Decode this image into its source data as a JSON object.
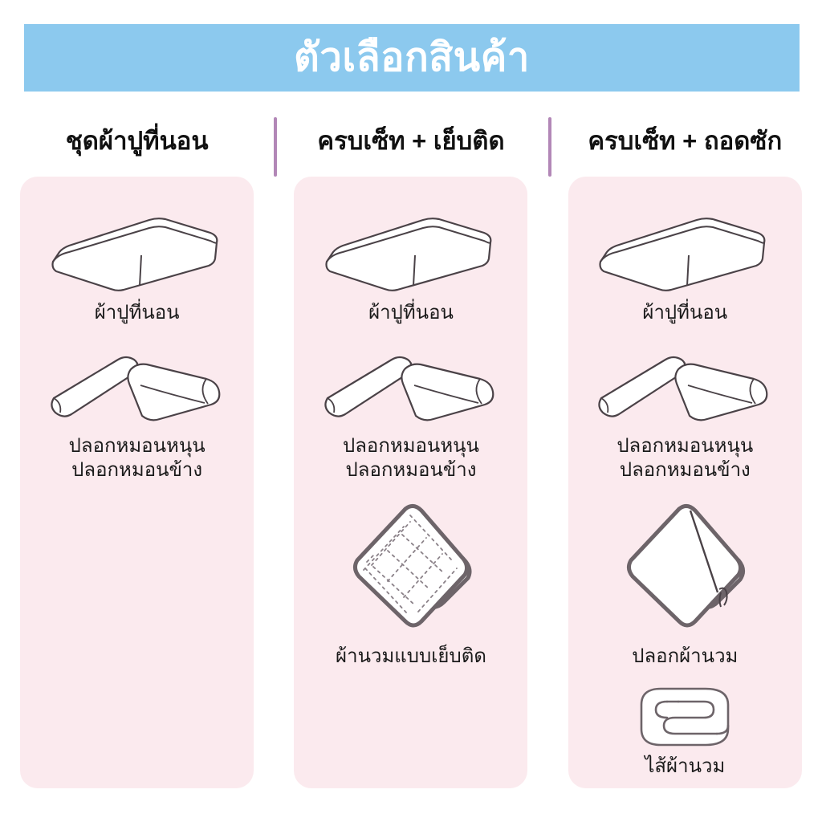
{
  "header": {
    "title": "ตัวเลือกสินค้า",
    "bg_color": "#8cc9ee",
    "text_color": "#ffffff"
  },
  "theme": {
    "card_bg": "#fbeaee",
    "divider_color": "#b287b7",
    "page_bg": "#ffffff",
    "line_color": "#4a4247",
    "shadow_color": "#6d6469"
  },
  "columns": [
    {
      "title": "ชุดผ้าปูที่นอน",
      "has_divider": false,
      "items": [
        {
          "icon": "mattress-sheet-icon",
          "label": "ผ้าปูที่นอน"
        },
        {
          "icon": "pillowcase-bolster-icon",
          "label": "ปลอกหมอนหนุน\nปลอกหมอนข้าง"
        }
      ]
    },
    {
      "title": "ครบเซ็ท + เย็บติด",
      "has_divider": true,
      "items": [
        {
          "icon": "mattress-sheet-icon",
          "label": "ผ้าปูที่นอน"
        },
        {
          "icon": "pillowcase-bolster-icon",
          "label": "ปลอกหมอนหนุน\nปลอกหมอนข้าง"
        },
        {
          "icon": "quilted-comforter-icon",
          "label": "ผ้านวมแบบเย็บติด"
        }
      ]
    },
    {
      "title": "ครบเซ็ท + ถอดซัก",
      "has_divider": true,
      "items": [
        {
          "icon": "mattress-sheet-icon",
          "label": "ผ้าปูที่นอน"
        },
        {
          "icon": "pillowcase-bolster-icon",
          "label": "ปลอกหมอนหนุน\nปลอกหมอนข้าง"
        },
        {
          "icon": "duvet-cover-icon",
          "label": "ปลอกผ้านวม"
        },
        {
          "icon": "duvet-insert-roll-icon",
          "label": "ไส้ผ้านวม"
        }
      ]
    }
  ]
}
